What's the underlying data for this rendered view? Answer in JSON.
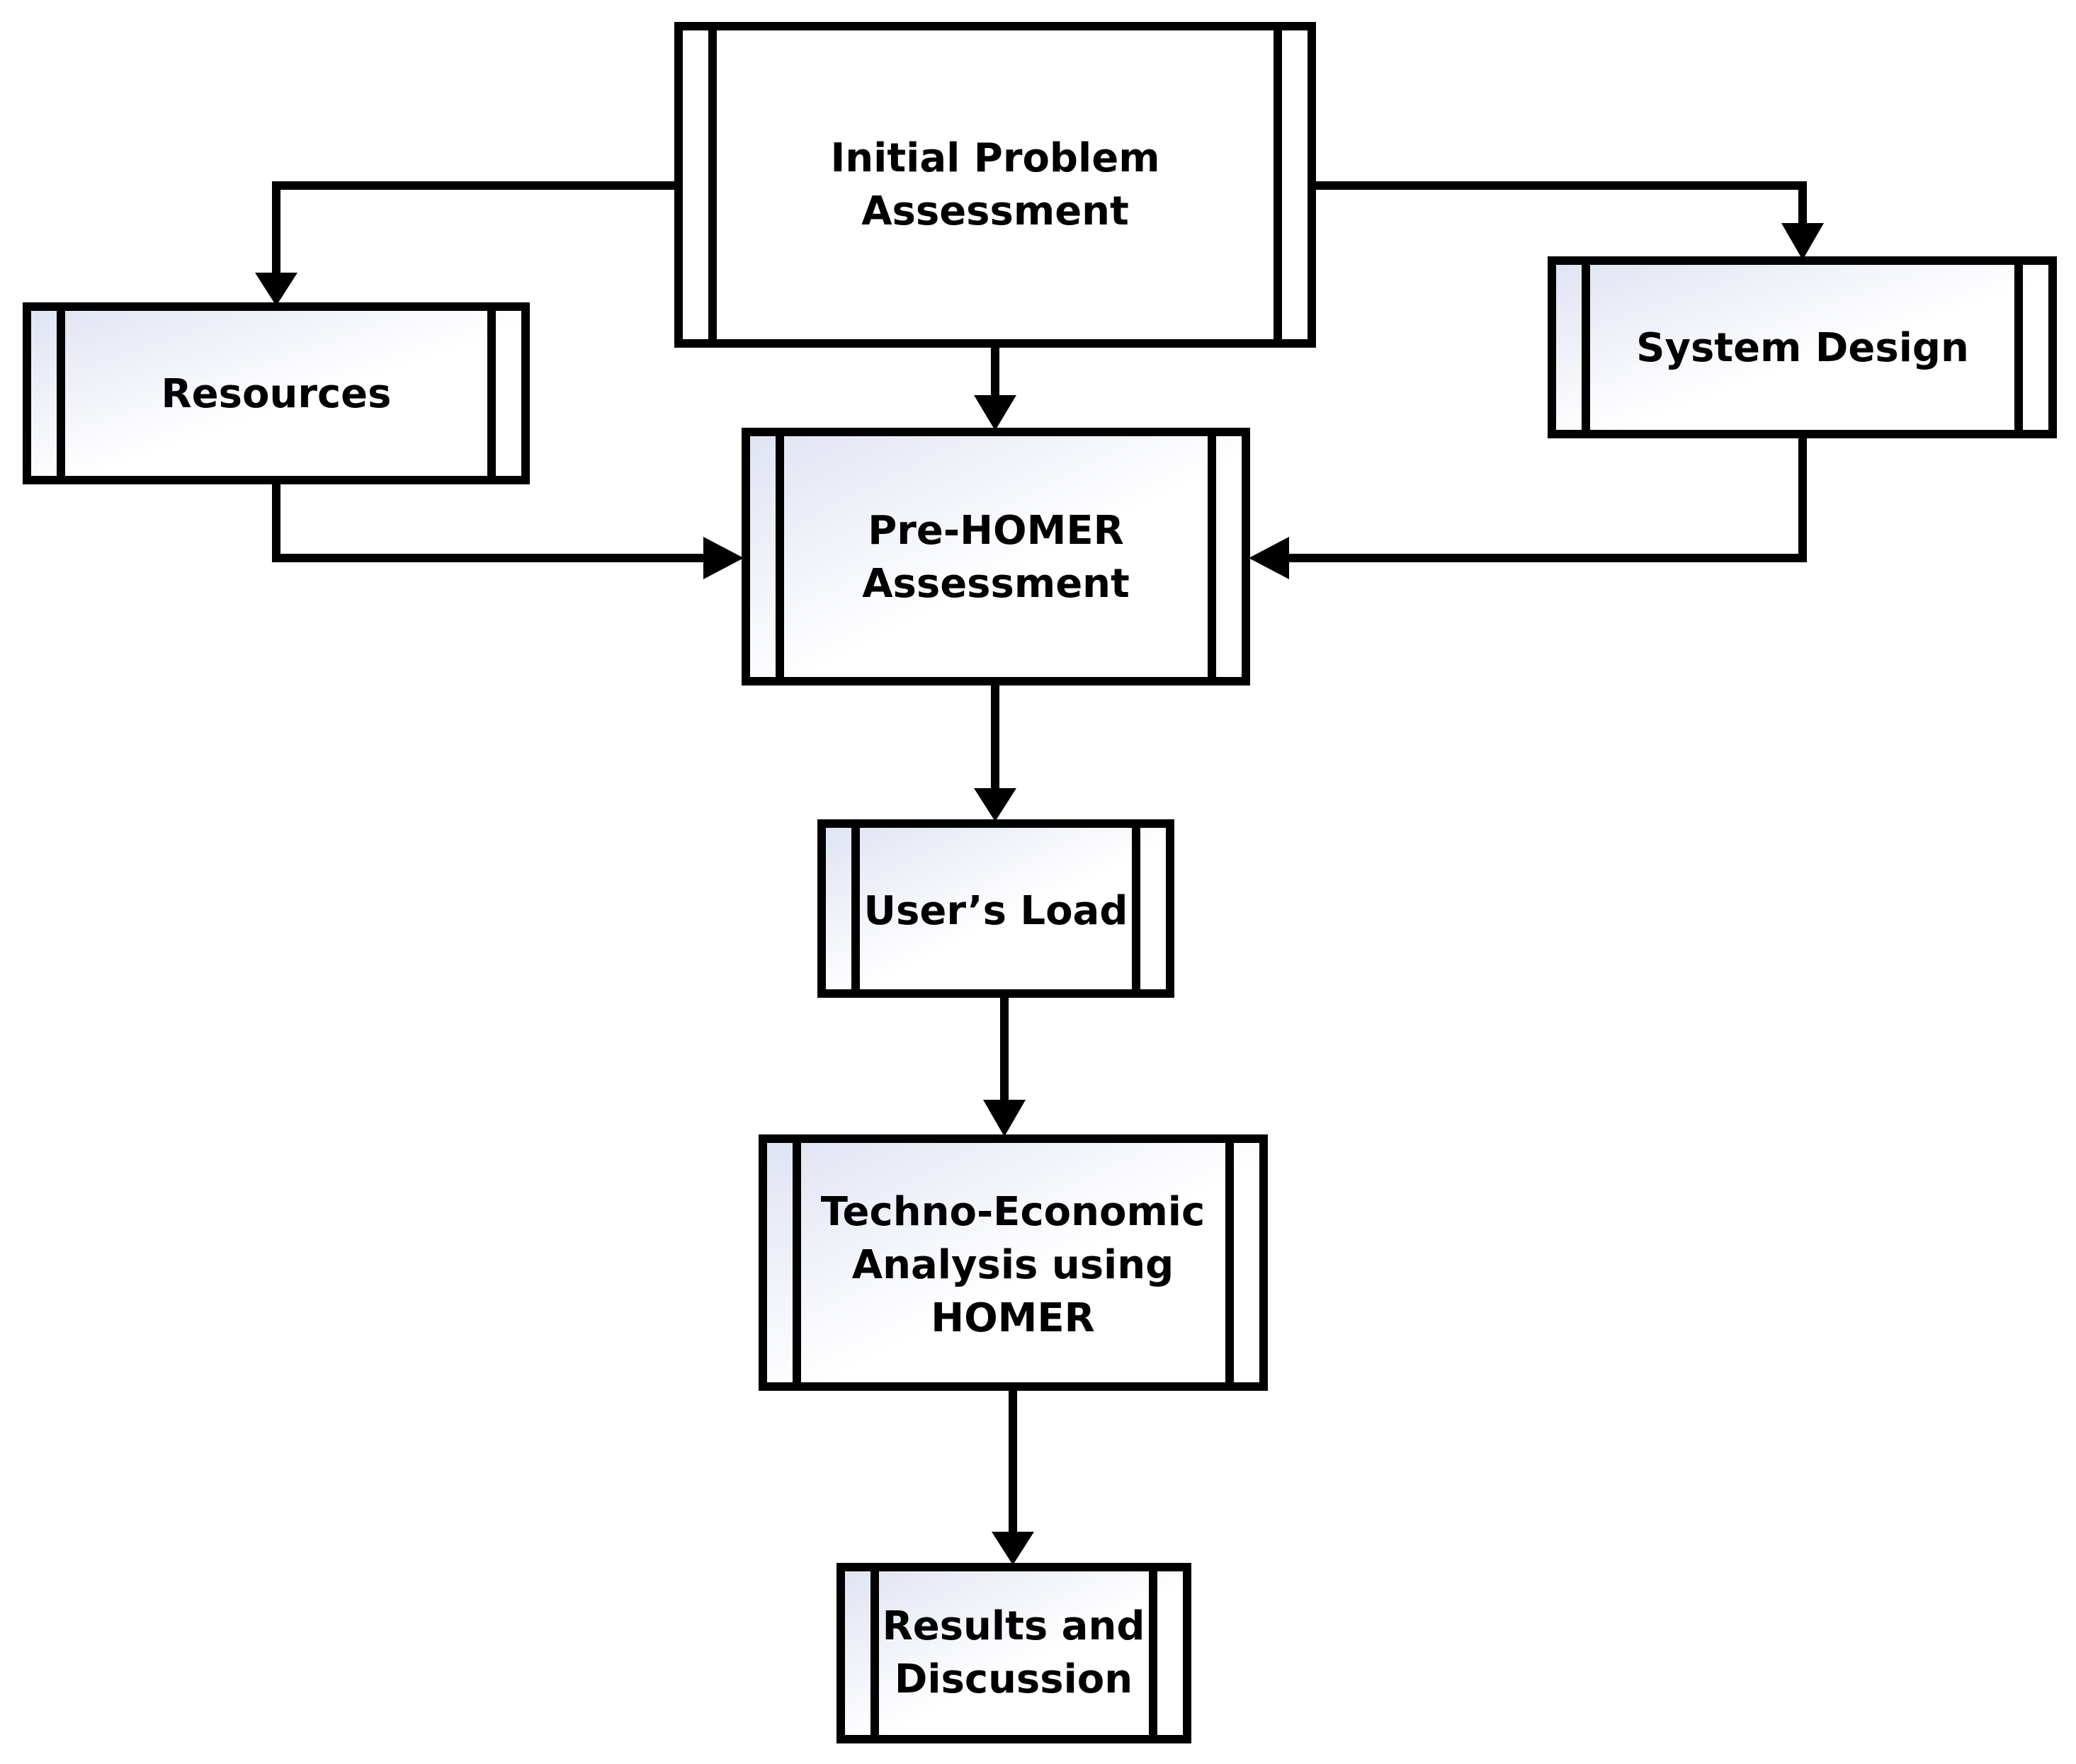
{
  "colors": {
    "stroke": "#000000",
    "fill_light": "#ffffff",
    "fill_tint": "#dfe3f2",
    "background": "#ffffff"
  },
  "nodes": {
    "initial": {
      "line1": "Initial Problem",
      "line2": "Assessment"
    },
    "resources": {
      "line1": "Resources"
    },
    "system_design": {
      "line1": "System Design"
    },
    "pre_homer": {
      "line1": "Pre-HOMER",
      "line2": "Assessment"
    },
    "users_load": {
      "line1": "User’s Load"
    },
    "techno": {
      "line1": "Techno-Economic",
      "line2": "Analysis using",
      "line3": "HOMER"
    },
    "results": {
      "line1": "Results and",
      "line2": "Discussion"
    }
  },
  "edges": [
    {
      "from": "initial",
      "to": "resources"
    },
    {
      "from": "initial",
      "to": "system_design"
    },
    {
      "from": "initial",
      "to": "pre_homer"
    },
    {
      "from": "resources",
      "to": "pre_homer"
    },
    {
      "from": "system_design",
      "to": "pre_homer"
    },
    {
      "from": "pre_homer",
      "to": "users_load"
    },
    {
      "from": "users_load",
      "to": "techno"
    },
    {
      "from": "techno",
      "to": "results"
    }
  ]
}
